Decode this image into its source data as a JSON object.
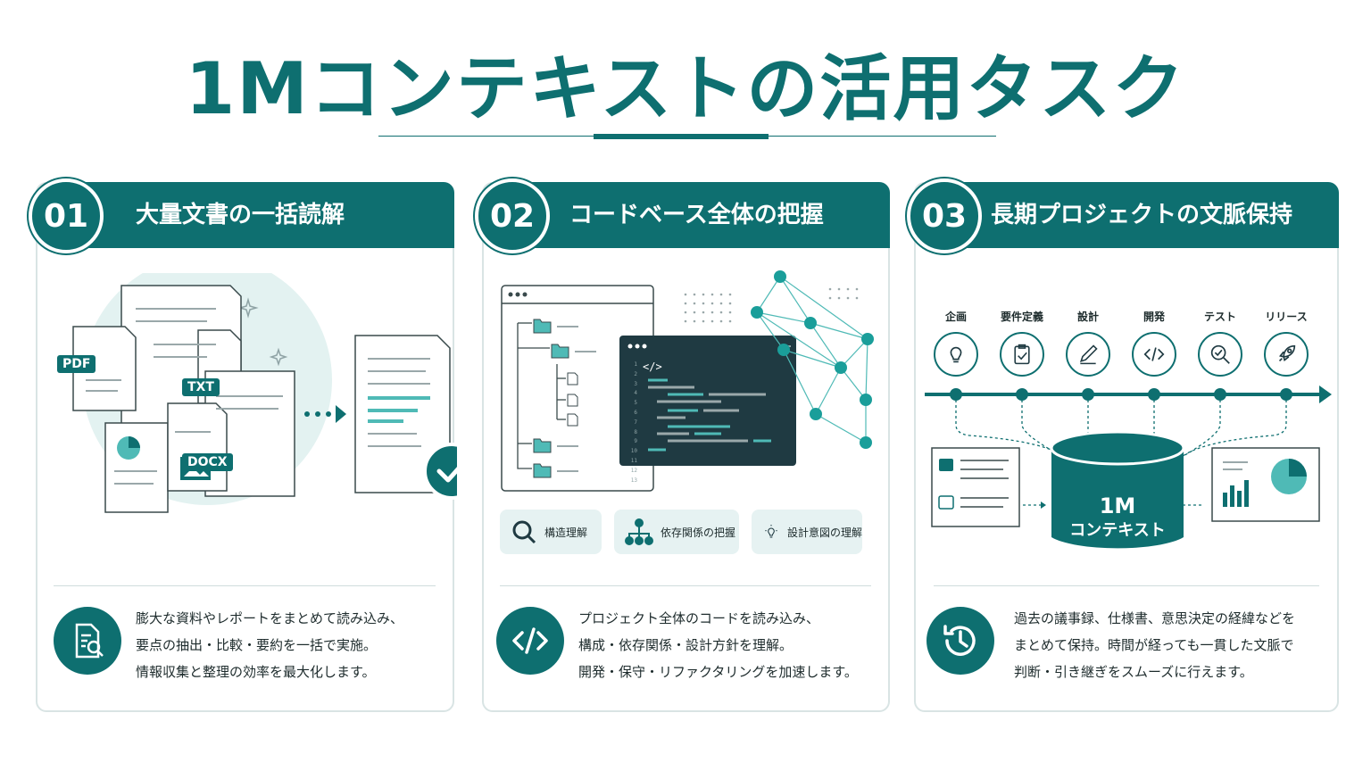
{
  "page": {
    "title": "1Mコンテキストの活用タスク"
  },
  "colors": {
    "primary": "#0e6f70",
    "accent": "#4fbab6",
    "light": "#e6f2f2"
  },
  "cards": [
    {
      "number": "01",
      "title": "大量文書の一括読解",
      "file_badges": [
        "PDF",
        "TXT",
        "DOCX"
      ],
      "icons": [
        "document-stack-icon",
        "image-icon",
        "pie-chart-icon",
        "check-circle-icon",
        "sparkle-icon"
      ],
      "footer_icon": "document-search-icon",
      "description": [
        "膨大な資料やレポートをまとめて読み込み、",
        "要点の抽出・比較・要約を一括で実施。",
        "情報収集と整理の効率を最大化します。"
      ]
    },
    {
      "number": "02",
      "title": "コードベース全体の把握",
      "editor_tag": "</>",
      "line_numbers": [
        "1",
        "2",
        "3",
        "4",
        "5",
        "6",
        "7",
        "8",
        "9",
        "10",
        "11",
        "12",
        "13"
      ],
      "chips": [
        {
          "label": "構造理解",
          "icon": "search-icon"
        },
        {
          "label": "依存関係の把握",
          "icon": "hierarchy-icon"
        },
        {
          "label": "設計意図の理解",
          "icon": "lightbulb-icon"
        }
      ],
      "footer_icon": "code-icon",
      "description": [
        "プロジェクト全体のコードを読み込み、",
        "構成・依存関係・設計方針を理解。",
        "開発・保守・リファクタリングを加速します。"
      ]
    },
    {
      "number": "03",
      "title": "長期プロジェクトの文脈保持",
      "stages": [
        {
          "label": "企画",
          "icon": "lightbulb-icon"
        },
        {
          "label": "要件定義",
          "icon": "clipboard-check-icon"
        },
        {
          "label": "設計",
          "icon": "pencil-icon"
        },
        {
          "label": "開発",
          "icon": "code-icon"
        },
        {
          "label": "テスト",
          "icon": "magnifier-check-icon"
        },
        {
          "label": "リリース",
          "icon": "rocket-icon"
        }
      ],
      "database_label": [
        "1M",
        "コンテキスト"
      ],
      "footer_icon": "history-icon",
      "description": [
        "過去の議事録、仕様書、意思決定の経緯などを",
        "まとめて保持。時間が経っても一貫した文脈で",
        "判断・引き継ぎをスムーズに行えます。"
      ]
    }
  ]
}
